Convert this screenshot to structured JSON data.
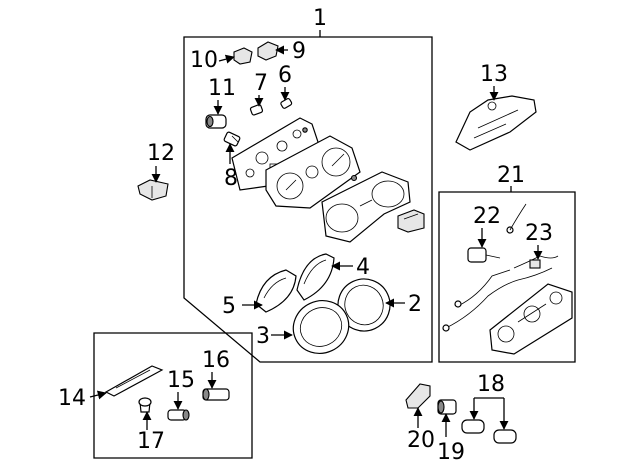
{
  "callouts": {
    "c1": "1",
    "c2": "2",
    "c3": "3",
    "c4": "4",
    "c5": "5",
    "c6": "6",
    "c7": "7",
    "c8": "8",
    "c9": "9",
    "c10": "10",
    "c11": "11",
    "c12": "12",
    "c13": "13",
    "c14": "14",
    "c15": "15",
    "c16": "16",
    "c17": "17",
    "c18": "18",
    "c19": "19",
    "c20": "20",
    "c21": "21",
    "c22": "22",
    "c23": "23"
  }
}
